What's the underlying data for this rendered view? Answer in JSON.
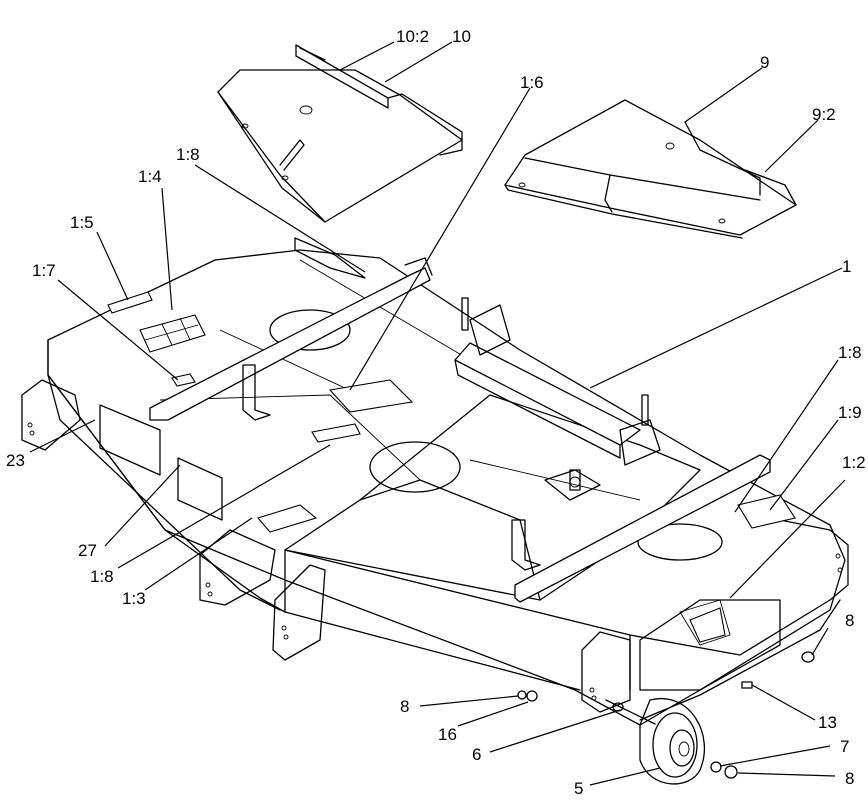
{
  "callouts": [
    {
      "id": "c-10-2",
      "text": "10:2"
    },
    {
      "id": "c-10",
      "text": "10"
    },
    {
      "id": "c-1-6",
      "text": "1:6"
    },
    {
      "id": "c-9",
      "text": "9"
    },
    {
      "id": "c-9-2",
      "text": "9:2"
    },
    {
      "id": "c-1-8-a",
      "text": "1:8"
    },
    {
      "id": "c-1-4",
      "text": "1:4"
    },
    {
      "id": "c-1-5",
      "text": "1:5"
    },
    {
      "id": "c-1",
      "text": "1"
    },
    {
      "id": "c-1-7",
      "text": "1:7"
    },
    {
      "id": "c-1-8-b",
      "text": "1:8"
    },
    {
      "id": "c-1-9",
      "text": "1:9"
    },
    {
      "id": "c-1-2",
      "text": "1:2"
    },
    {
      "id": "c-23",
      "text": "23"
    },
    {
      "id": "c-27",
      "text": "27"
    },
    {
      "id": "c-1-8-c",
      "text": "1:8"
    },
    {
      "id": "c-1-3",
      "text": "1:3"
    },
    {
      "id": "c-8-a",
      "text": "8"
    },
    {
      "id": "c-8-b",
      "text": "8"
    },
    {
      "id": "c-16",
      "text": "16"
    },
    {
      "id": "c-13",
      "text": "13"
    },
    {
      "id": "c-6",
      "text": "6"
    },
    {
      "id": "c-7",
      "text": "7"
    },
    {
      "id": "c-5",
      "text": "5"
    },
    {
      "id": "c-8-c",
      "text": "8"
    }
  ]
}
